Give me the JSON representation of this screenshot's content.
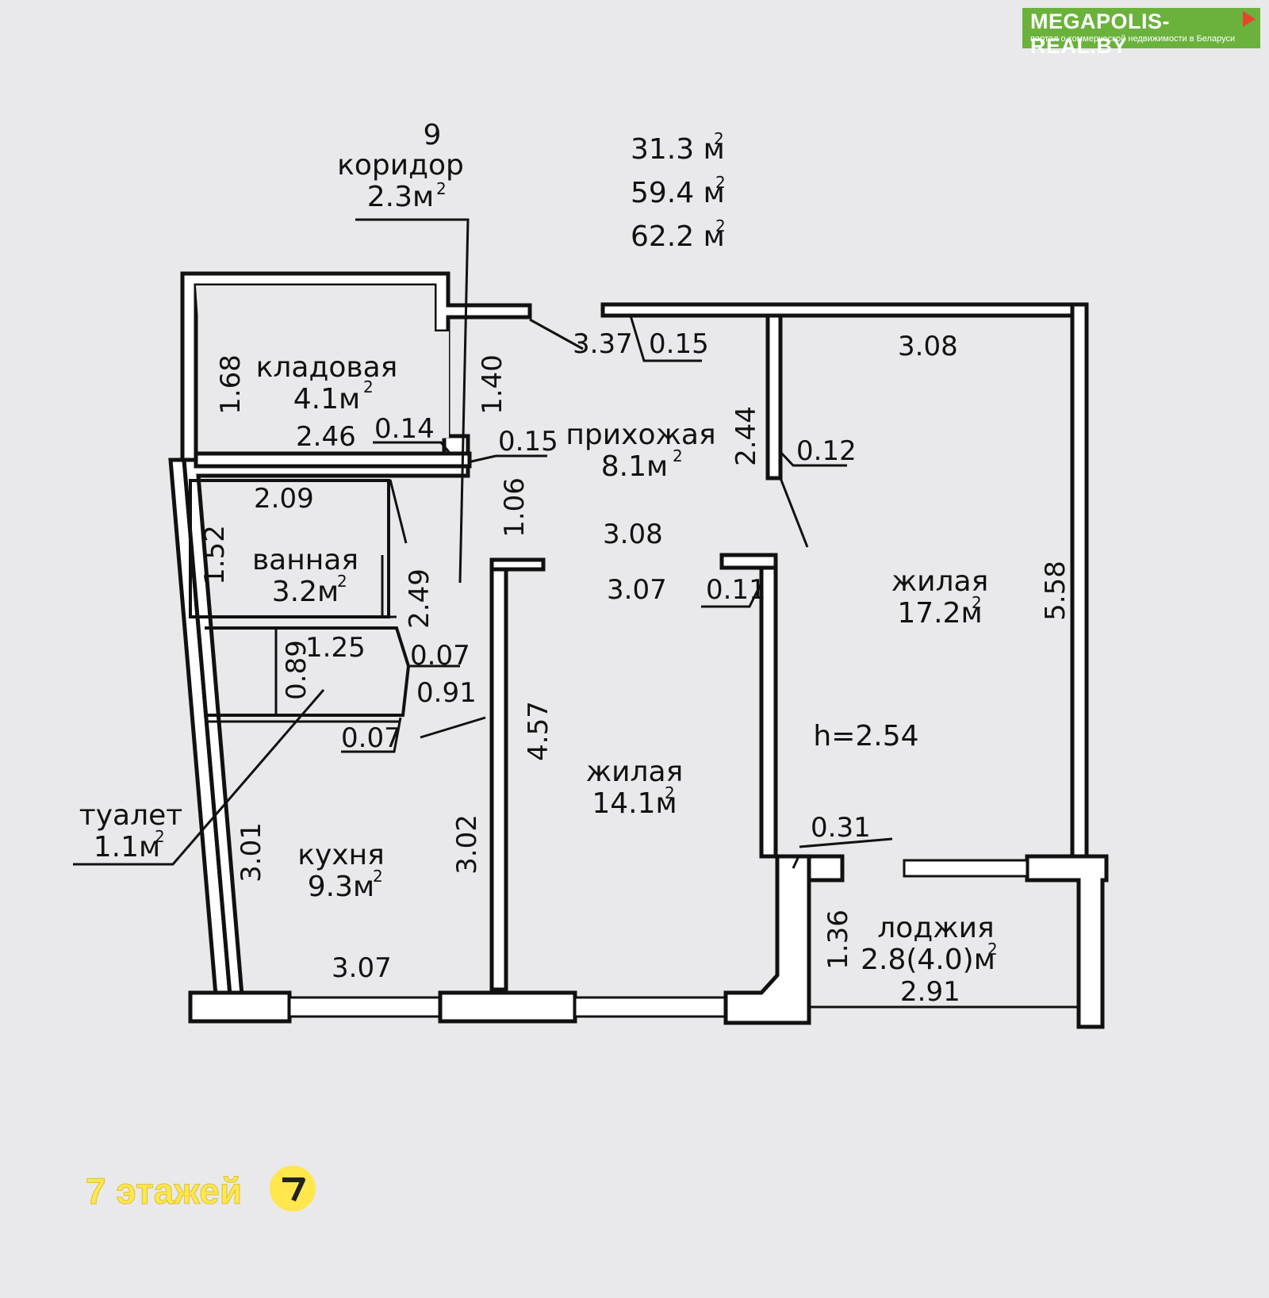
{
  "brand": {
    "name": "MEGAPOLIS-REAL.BY",
    "tagline": "портал о коммерческой недвижимости в Беларуси",
    "color": "#6ab23c"
  },
  "badge": {
    "text": "7 этажей",
    "color": "#ffe74d"
  },
  "totals": {
    "line1": "31.3 м",
    "line2": "59.4 м",
    "line3": "62.2 м",
    "unit_exp": "2"
  },
  "rooms": {
    "corridor": {
      "number": "9",
      "name": "коридор",
      "area": "2.3м"
    },
    "storage": {
      "name": "кладовая",
      "area": "4.1м"
    },
    "hall": {
      "name": "прихожая",
      "area": "8.1м"
    },
    "bath": {
      "name": "ванная",
      "area": "3.2м"
    },
    "living_large": {
      "name": "жилая",
      "area": "17.2м"
    },
    "living_small": {
      "name": "жилая",
      "area": "14.1м"
    },
    "kitchen": {
      "name": "кухня",
      "area": "9.3м"
    },
    "toilet": {
      "name": "туалет",
      "area": "1.1м"
    },
    "loggia": {
      "name": "лоджия",
      "area": "2.8(4.0)м"
    }
  },
  "ceiling": "h=2.54",
  "dims": {
    "d337": "3.37",
    "d015a": "0.15",
    "d308a": "3.08",
    "d168": "1.68",
    "d140": "1.40",
    "d246": "2.46",
    "d014": "0.14",
    "d015b": "0.15",
    "d244": "2.44",
    "d012": "0.12",
    "d209": "2.09",
    "d152": "1.52",
    "d106": "1.06",
    "d308b": "3.08",
    "d307a": "3.07",
    "d011": "0.11",
    "d249": "2.49",
    "d558": "5.58",
    "d125": "1.25",
    "d089": "0.89",
    "d007a": "0.07",
    "d091": "0.91",
    "d007b": "0.07",
    "d457": "4.57",
    "d031": "0.31",
    "d301": "3.01",
    "d302": "3.02",
    "d136": "1.36",
    "d307b": "3.07",
    "d291": "2.91"
  }
}
